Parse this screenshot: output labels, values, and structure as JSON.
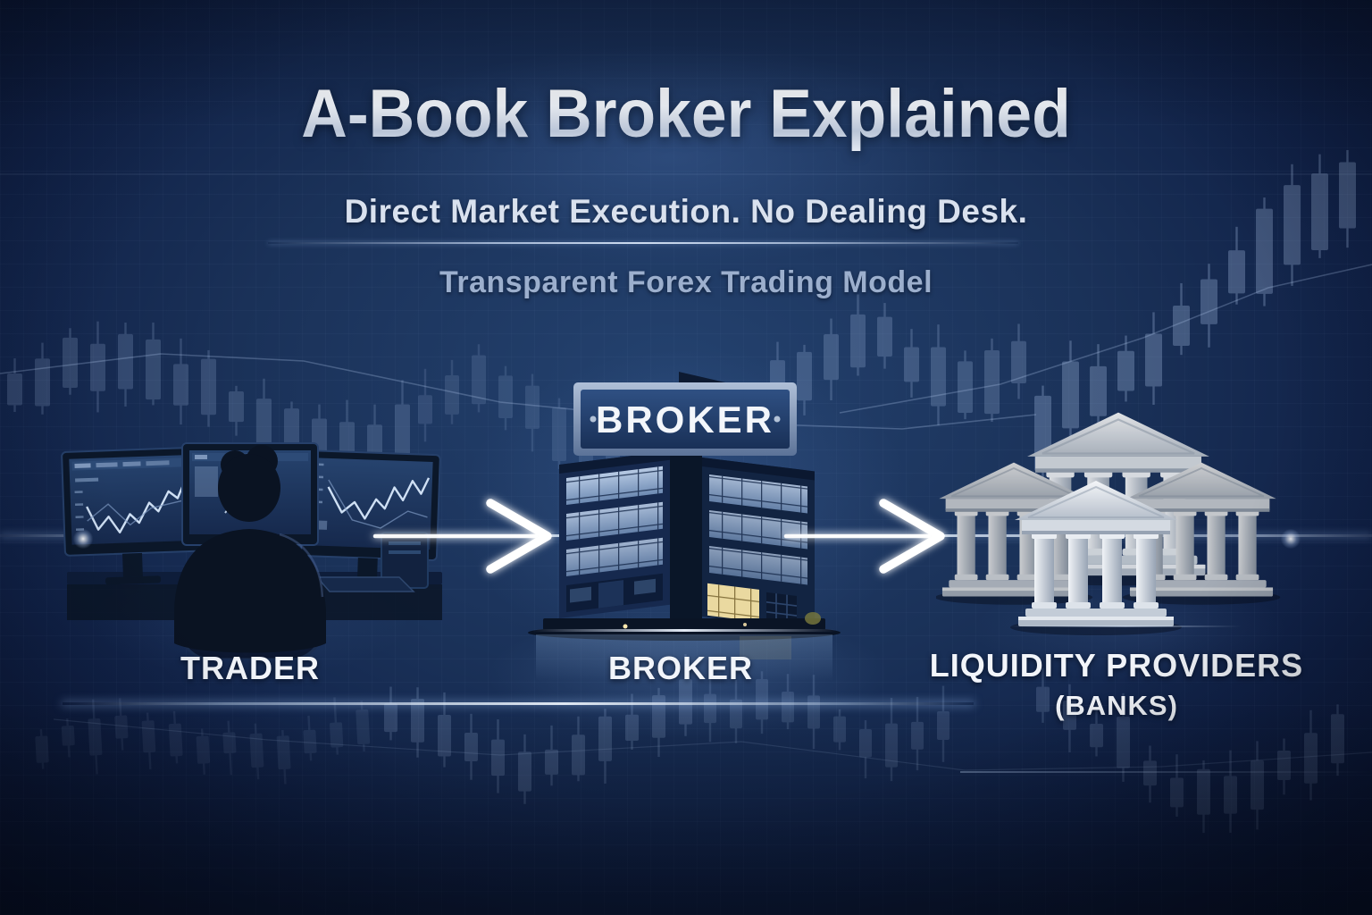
{
  "title": "A-Book Broker Explained",
  "subtitle": "Direct Market Execution. No Dealing Desk.",
  "tagline": "Transparent Forex Trading Model",
  "flow": {
    "trader": {
      "label": "TRADER"
    },
    "broker": {
      "label": "BROKER",
      "building_sign": "BROKER"
    },
    "liquidity_providers": {
      "label": "LIQUIDITY PROVIDERS",
      "sublabel": "(BANKS)"
    }
  },
  "icons": {
    "trader": "trader-at-multi-monitor-workstation",
    "broker": "broker-office-building",
    "liquidity_providers": "classical-bank-buildings",
    "connectors": "right-arrows"
  },
  "colors": {
    "background_navy": "#1a3158",
    "background_deep": "#050b1e",
    "text_light": "#f2f5fa",
    "text_muted": "#9cafcd",
    "candlestick_blue": "#a9c1e6",
    "sign_panel_blue": "#24406e",
    "warm_window_yellow": "#ead9a0"
  }
}
